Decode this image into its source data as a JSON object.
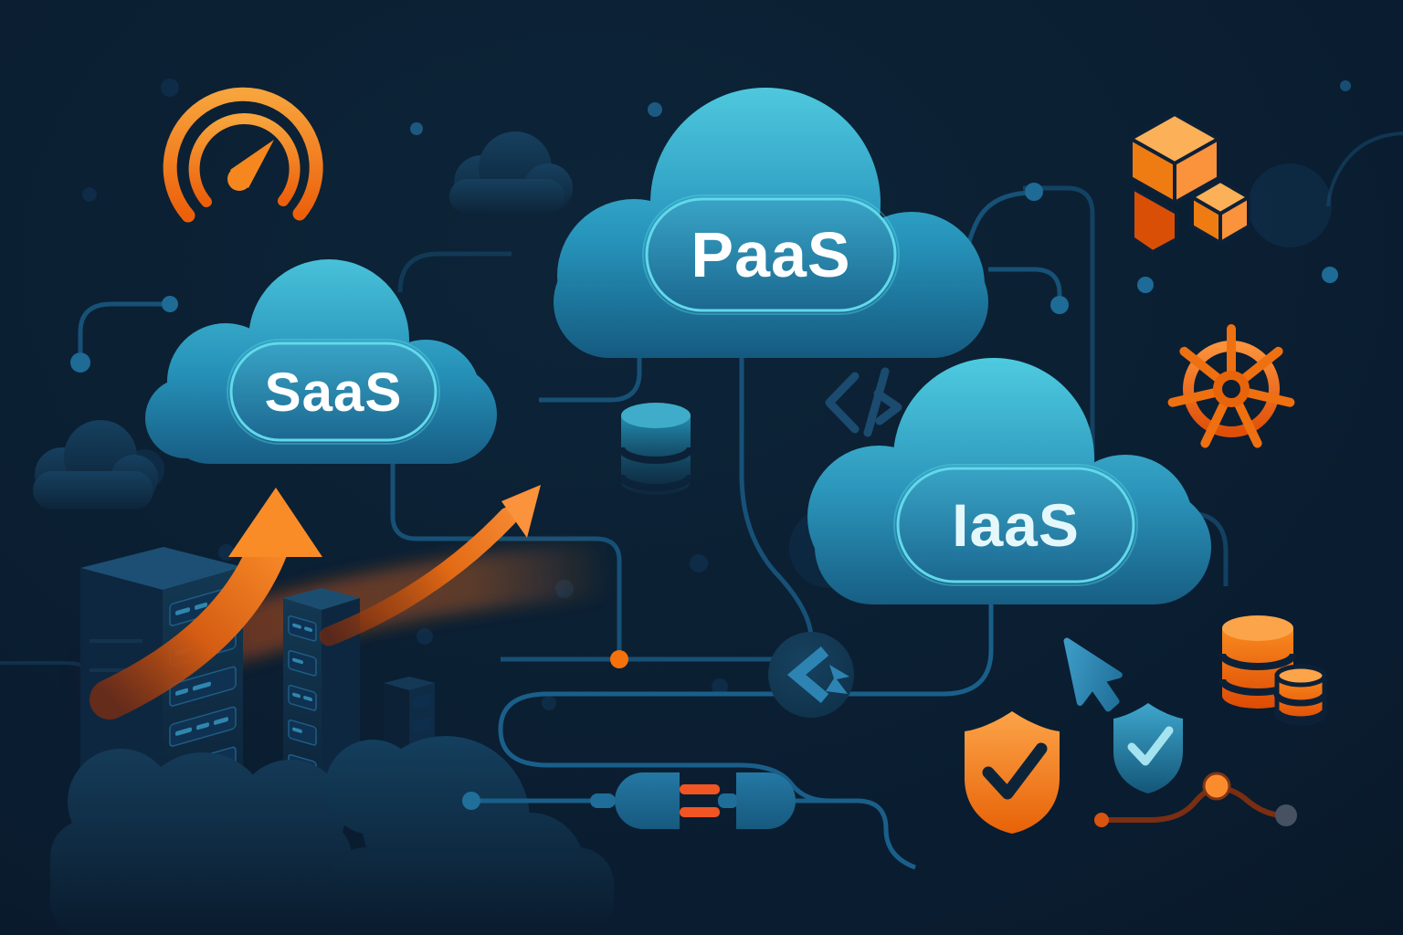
{
  "scene": {
    "type": "cloud-computing-services-illustration",
    "labels": {
      "saas": "SaaS",
      "paas": "PaaS",
      "iaas": "IaaS"
    },
    "icons": [
      "speedometer-icon",
      "saas-cloud",
      "paas-cloud",
      "iaas-cloud",
      "cubes-icon",
      "kubernetes-wheel-icon",
      "database-icon-blue",
      "database-icon-orange",
      "code-brackets-icon",
      "code-chevron-badge-icon",
      "cursor-arrow-icon",
      "shield-check-icon-orange",
      "shield-check-icon-blue",
      "power-plug-icons",
      "server-rack-icons",
      "growth-arrow-icons",
      "circuit-traces",
      "commit-path-dots"
    ],
    "colors": {
      "background_center": "#0d2438",
      "background_edge": "#06111d",
      "cloud_teal_light": "#4fc8de",
      "cloud_teal_dark": "#155a80",
      "badge_border_cyan": "#62d9ea",
      "label_text": "#ffffff",
      "accent_orange_light": "#fba44b",
      "accent_orange_dark": "#e85d04",
      "trace_blue": "#1a5a84",
      "silhouette_navy": "#11304b"
    }
  }
}
